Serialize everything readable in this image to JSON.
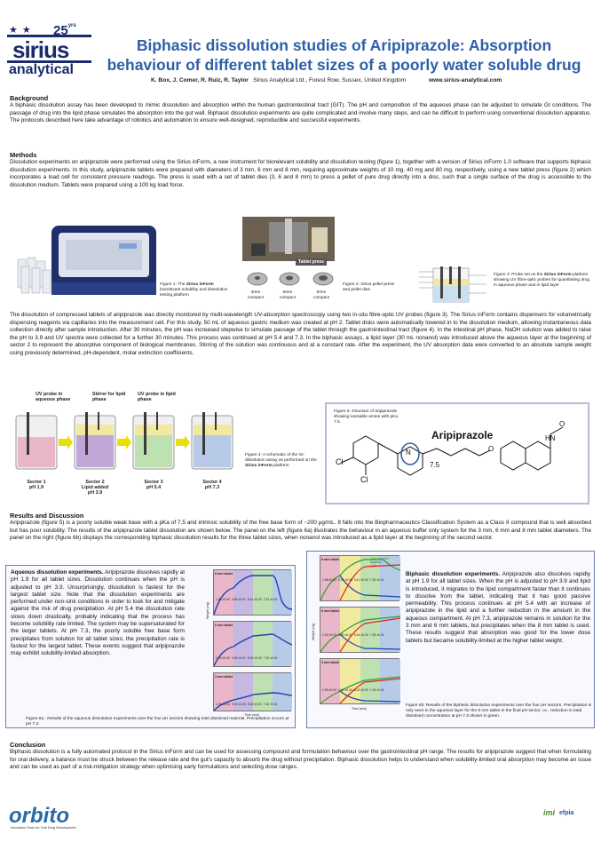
{
  "logo": {
    "years": "25",
    "years_suffix": "yrs",
    "brand_top": "sirius",
    "brand_bottom": "analytical"
  },
  "title": "Biphasic dissolution studies of Aripiprazole: Absorption behaviour of different tablet sizes of a poorly water soluble drug",
  "authors": {
    "names": "K. Box, J. Comer, R. Ruiz, R. Taylor",
    "affiliation": "Sirius Analytical Ltd., Forest Row, Sussex, United Kingdom",
    "website": "www.sirius-analytical.com"
  },
  "background": {
    "heading": "Background",
    "text": "A biphasic dissolution assay has been developed to mimic dissolution and absorption within the human gastrointestinal tract (GIT). The pH and composition of the aqueous phase can be adjusted to simulate GI conditions. The passage of drug into the lipid phase simulates the absorption into the gut wall. Biphasic dissolution experiments are quite complicated and involve many steps, and can be difficult to perform using conventional dissolution apparatus. The protocols described here take advantage of robotics and automation to ensure well-designed, reproducible and successful experiments."
  },
  "methods": {
    "heading": "Methods",
    "text1": "Dissolution experiments on aripiprazole were performed using the Sirius inForm, a new instrument for biorelevant solubility and dissolution testing (figure 1), together with a version of Sirius inForm 1.0 software that supports biphasic dissolution experiments. In this study, aripiprazole tablets were prepared with diameters of 3 mm, 6 mm and 8 mm, requiring approximate weights of 10 mg, 40 mg and 80 mg, respectively, using a new tablet press (figure 2) which incorporates a load cell for consistent pressure readings. The press is used with a set of tablet dies (3, 6 and 8 mm) to press a pellet of pure drug directly into a disc, such that a single surface of the drug is accessible to the dissolution medium.  Tablets were prepared using a 100 kg load force.",
    "text2": "The dissolution of compressed tablets of aripiprazole was directly monitored by multi-wavelength UV-absorption spectroscopy using two in-situ fibre-optic UV probes (figure 3). The Sirius inForm contains dispensers for volumetrically dispensing reagents via capillaries into the measurement cell. For this study, 50 mL of  aqueous gastric medium was created at pH 2. Tablet disks were automatically lowered in to the dissolution medium, allowing instantaneous data collection directly after sample introduction. After 30 minutes, the pH was increased stepwise to simulate passage of the tablet through the gastrointestinal tract (figure 4).  In the intestinal pH phase, NaOH solution was added to raise the pH to 3.9 and UV spectra were collected for a further 30 minutes. This process was continued at pH 5.4 and 7.3. In the biphasic assays, a lipid layer (30 mL nonanol) was introduced above the aqueous layer at the beginning of sector 2 to represent the absorptive component of biological membranes. Stirring of the solution was continuous and at a constant rate. After the experiment, the UV absorption data were converted to an absolute sample weight using previously determined, pH-dependent, molar extinction coefficients."
  },
  "fig1": {
    "caption_pre": "Figure 1: The ",
    "caption_bold": "Sirius inForm",
    "caption_post": " biorelevant solubility and dissolution testing platform"
  },
  "fig2": {
    "press_label": "Tablet press",
    "compacts": [
      "3mm compact",
      "6mm compact",
      "8mm compact"
    ],
    "caption": "Figure 2: Sirius pellet press and pellet dies"
  },
  "fig3": {
    "caption_pre": "Figure 3: Probe set on the ",
    "caption_bold": "Sirius inForm",
    "caption_post": " platform showing UV fibre-optic probes for quantitating drug in aqueous phase and in lipid layer"
  },
  "fig4": {
    "label_uv": "UV probe in aqueous phase",
    "label_stirrer": "Stirrer for lipid phase",
    "label_uv_lipid": "UV probe in lipid phase",
    "sectors": [
      {
        "name": "Sector 1",
        "ph": "pH 1.9"
      },
      {
        "name": "Sector 2",
        "sub": "Lipid added",
        "ph": "pH 3.9"
      },
      {
        "name": "Sector 3",
        "ph": "pH 5.4"
      },
      {
        "name": "Sector 4",
        "ph": "pH 7.3"
      }
    ],
    "caption_pre": "Figure 4: A schematic of the GI-dissolution assay as performed on the ",
    "caption_bold": "Sirius inForm",
    "caption_post": " platform"
  },
  "fig5": {
    "caption": "Figure 5: Structure of aripiprazole showing ionisable amine with pKa 7.5.",
    "name": "Aripiprazole",
    "pka": "7.5",
    "atoms": {
      "cl1": "Cl",
      "cl2": "Cl",
      "n": "N",
      "hn": "HN",
      "o": "O",
      "o2": "O"
    }
  },
  "results": {
    "heading": "Results and Discussion",
    "text": "Aripiprazole (figure 5) is a poorly soluble weak base with a pKa of 7.5 and intrinsic solubility of the free base form of ~200 μg/mL. It falls into the Biopharmaceutics Classification System as a Class II compound that is well absorbed but has poor solubility. The results of the aripiprazole tablet dissolution are shown below.  The panel on the left (figure 6a) illustrates the behaviour in an aqueous buffer only system for the 3 mm, 6 mm and 8 mm tablet diameters. The panel on the right (figure 6b) displays the corresponding biphasic dissolution results for the three tablet sizes, when nonanol was introduced as a lipid layer at the beginning of the second sector."
  },
  "aqueous": {
    "lead": "Aqueous dissolution experiments.",
    "text": " Aripiprazole dissolves rapidly at pH 1.9 for all tablet sizes. Dissolution continues when the pH is adjusted to pH 3.9. Unsurprisingly, dissolution is fastest for the largest tablet size. Note that the dissolution experiments are performed under non-sink conditions in order to look for and mitigate against the risk of drug precipitation. At pH 5.4 the dissolution rate slows down drastically, probably indicating  that the process has become solubility rate limited. The system may be supersaturated for the larger tablets. At pH 7.3, the poorly soluble free base form precipitates  from solution for all tablet sizes; the precipitation rate is fastest for the largest tablet. These events suggest that aripiprazole may exhibit solubility-limited absorption.",
    "caption": "Figure 6a : Results of the aqueous dissolution experiments over the four pH sectors showing total dissolved material. Precipitation occurs at pH 7.3",
    "plots": [
      {
        "tag": "8 mm tablet",
        "ph": [
          "1.89 ±0.00",
          "3.89 ±0.01",
          "5.41 ±0.00",
          "7.31 ±0.01"
        ]
      },
      {
        "tag": "6 mm tablet",
        "ph": [
          "1.90 ±0.00",
          "3.93 ±0.01",
          "5.43 ±0.00",
          "7.32 ±0.01"
        ]
      },
      {
        "tag": "3 mm tablet",
        "ph": [
          "1.90 ±0.00",
          "3.93 ±0.00",
          "5.43 ±0.00",
          "7.30 ±0.01"
        ]
      }
    ],
    "ylabel": "Weight (mg)",
    "xlabel": "Time (min)"
  },
  "biphasic": {
    "lead": "Biphasic dissolution experiments.",
    "text": " Aripiprazole also dissolves rapidly at pH 1.9 for all tablet sizes. When the pH is adjusted to pH 3.9 and lipid is introduced, it migrates to the lipid compartment faster than it continues to dissolve from the tablet, indicating that it has good passive permeability. This process continues at pH 5.4 with an increase of aripiprazole in the lipid and a further reduction in the amount in the aqueous compartment.  At pH 7.3, aripiprazole remains in solution for the 3 mm and 6 mm tablets, but precipitates when the 8 mm tablet is used. These results suggest that absorption was good for the lower dose tablets but became solubility-limited at the higher tablet weight.",
    "caption": "Figure 6b: Results of the biphasic dissolution experiments over the four pH sectors. Precipitation is only seen in the aqueous layer for the 8 mm tablet in the final pH sector, i.e., reduction in total dissolved concentration at pH 7.3 shown in green.",
    "legend": [
      "Total dissolved",
      "Aqueous",
      "Lipid"
    ],
    "plots": [
      {
        "tag": "8 mm tablet",
        "ph": [
          "1.88 ±0.00",
          "3.91 ±0.00",
          "5.41 ±0.00",
          "7.26 ±0.01"
        ]
      },
      {
        "tag": "6 mm tablet",
        "ph": [
          "1.90 ±0.00",
          "3.93 ±0.01",
          "5.44 ±0.00",
          "7.28 ±0.01"
        ]
      },
      {
        "tag": "3 mm tablet",
        "ph": [
          "1.89 ±0.00",
          "3.92 ±0.00",
          "5.43 ±0.00",
          "7.28 ±0.01"
        ]
      }
    ],
    "ylabel": "Weight (mg)",
    "xlabel": "Time (min)"
  },
  "conclusion": {
    "heading": "Conclusion",
    "text": "Biphasic dissolution is a fully automated protocol in the Sirius inForm and can be used for assessing compound and formulation behaviour over the gastrointestinal pH range. The results for aripiprazole suggest that when formulating  for oral delivery, a balance must be struck between the release rate and the gut's capacity to absorb the drug without precipitation. Biphasic dissolution helps to understand when solubility-limited oral absorption may become an issue and can be used as part of a risk-mitigation strategy when optimising early formulations and selecting dose ranges."
  },
  "footer": {
    "orbito": "orbito",
    "orbito_sub": "Innovative Tools for Oral Drug Development",
    "imi": "imi",
    "efpia": "efpia"
  },
  "colors": {
    "title": "#2e5fa8",
    "sector1": "#e9b7c9",
    "sector2": "#f2e9a0",
    "sector3": "#bfe0b0",
    "sector4": "#b7cbe8",
    "arrow": "#e8e000"
  }
}
